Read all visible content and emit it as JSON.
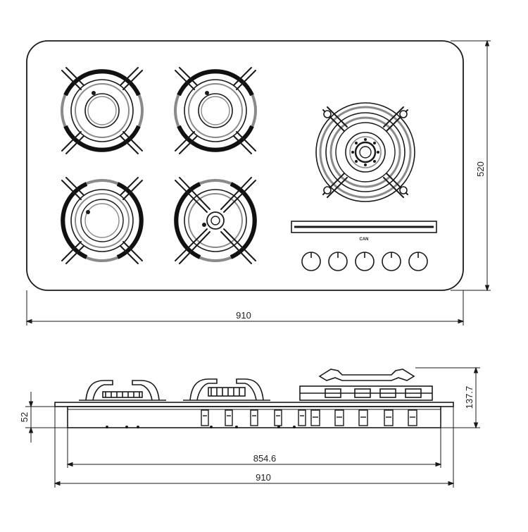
{
  "top_view": {
    "brand_label": "CAN",
    "dimensions": {
      "width": "910",
      "depth": "520"
    }
  },
  "side_view": {
    "dimensions": {
      "overall_width": "910",
      "cutout_width": "854.6",
      "total_height": "137.7",
      "below_counter_height": "52"
    }
  },
  "colors": {
    "line": "#1a1a1a",
    "gray_ring": "#8a8a8a",
    "background": "#ffffff"
  }
}
